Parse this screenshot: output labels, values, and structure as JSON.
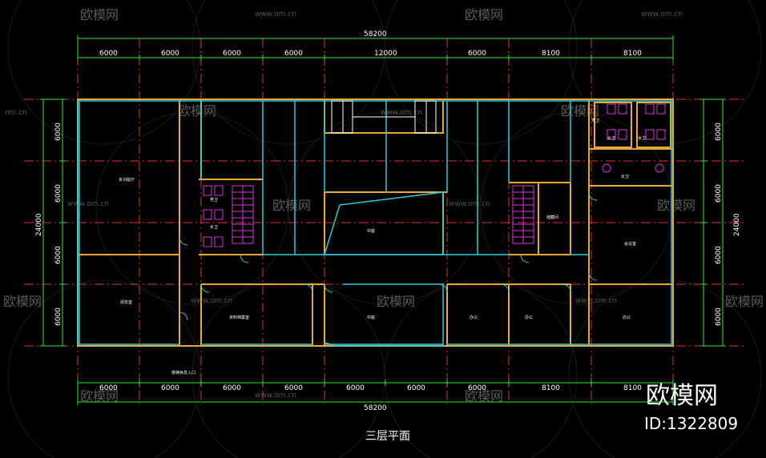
{
  "drawing": {
    "title": "三层平面",
    "top_total": "58200",
    "bottom_total": "58200",
    "top_dims": [
      "6000",
      "6000",
      "6000",
      "6000",
      "12000",
      "6000",
      "8100",
      "8100"
    ],
    "bottom_dims": [
      "6000",
      "6000",
      "6000",
      "6000",
      "6000",
      "6000",
      "6000",
      "8100",
      "8100"
    ],
    "left_dims": [
      "6000",
      "6000",
      "6000",
      "6000"
    ],
    "left_total": "24000",
    "right_dims": [
      "6000",
      "6000",
      "6000",
      "6000"
    ],
    "right_total": "24000"
  },
  "rooms": {
    "multi_hall": "多功能厅",
    "reading": "阅览室",
    "archive": "资料档案室",
    "atrium_upper": "中庭",
    "atrium_lower": "中庭",
    "office_1": "办公",
    "office_2": "办公",
    "office_3": "办公",
    "meeting": "会议室",
    "storage": "储藏间",
    "wc_men": "男卫",
    "wc_women": "女卫",
    "wc_men_r": "男卫",
    "wc_women_r": "女卫",
    "wc_women_r2": "女卫",
    "wc_women_r3": "女卫",
    "entrance": "楼梯休息入口"
  },
  "watermark": {
    "brand": "欧模网",
    "url": "www.om.cn",
    "site_short": "om.cn",
    "logo": "欧模网",
    "id": "ID:1322809"
  },
  "colors": {
    "background": "#000000",
    "dim_line": "#2ee82e",
    "axis_line": "#e8312e",
    "wall": "#e8a72e",
    "glass": "#2ecad8",
    "stair": "#e02ee0"
  }
}
